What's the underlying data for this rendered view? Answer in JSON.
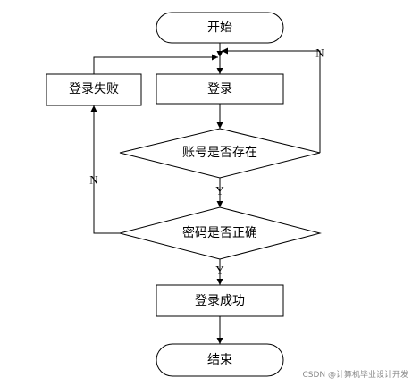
{
  "nodes": {
    "start": "开始",
    "login": "登录",
    "login_failed": "登录失败",
    "account_exists": "账号是否存在",
    "password_correct": "密码是否正确",
    "login_success": "登录成功",
    "end": "结束"
  },
  "branches": {
    "account_no": "N",
    "account_yes": "Y",
    "password_no": "N",
    "password_yes": "Y"
  },
  "watermark": "CSDN @计算机毕业设计开发",
  "colors": {
    "stroke": "#000000",
    "watermark": "#8a8a8a"
  }
}
